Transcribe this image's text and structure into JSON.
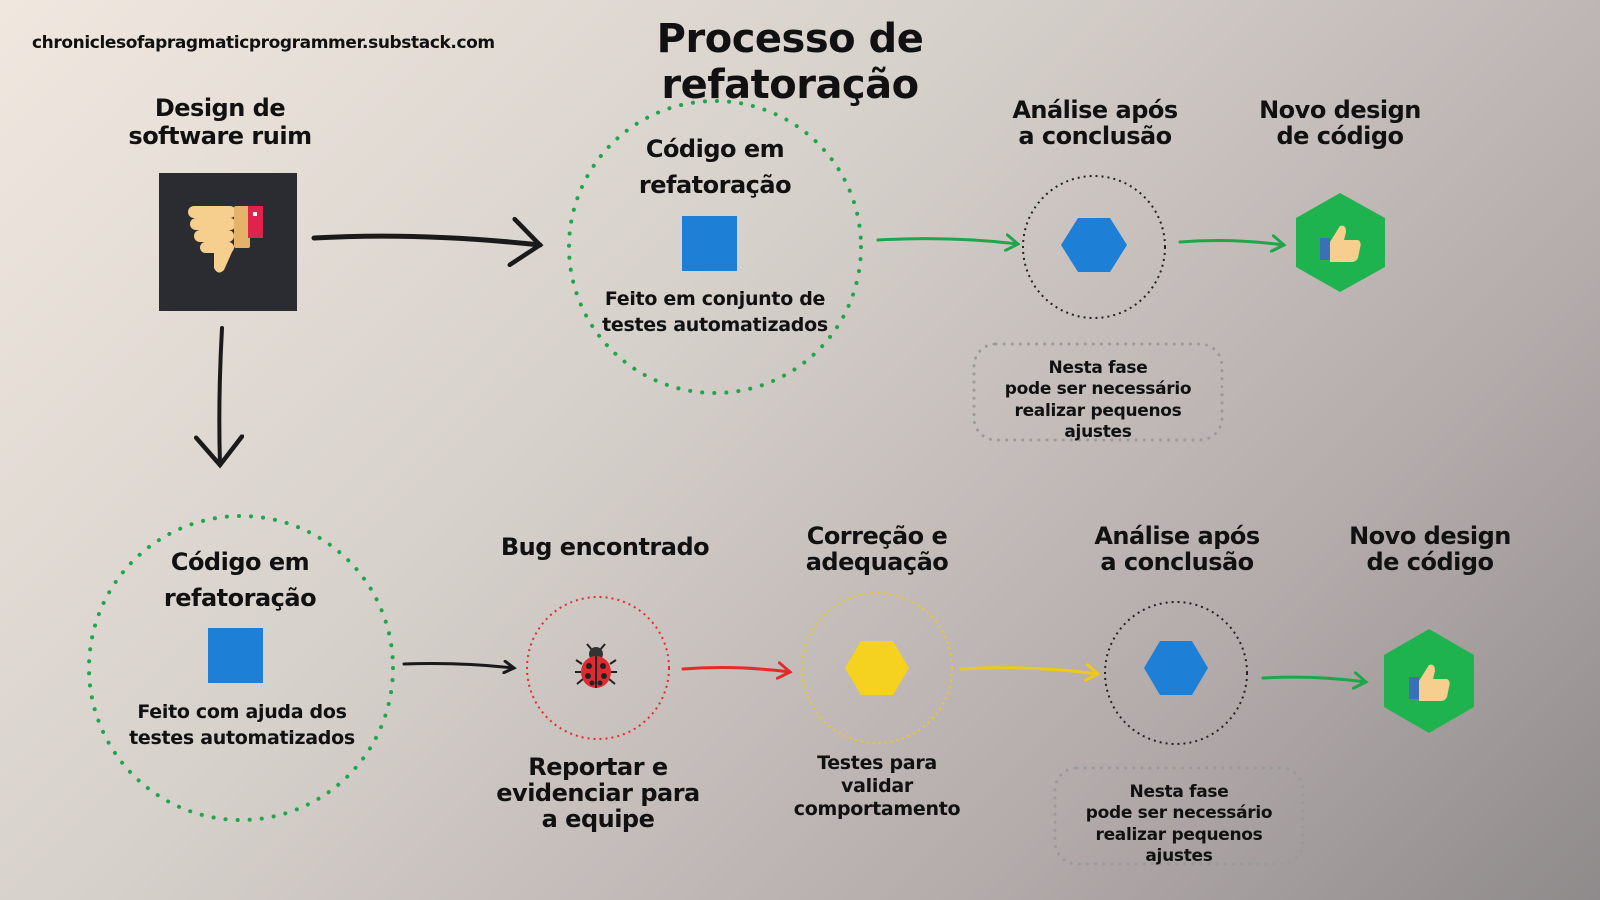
{
  "site": "chroniclesofapragmaticprogrammer.substack.com",
  "title": "Processo de refatoração",
  "top": {
    "bad_design": "Design de\nsoftware ruim",
    "refactoring": "Código em\nrefatoração",
    "refactoring_note": "Feito em conjunto de\ntestes automatizados",
    "analysis": "Análise após\na conclusão",
    "new_design": "Novo design\nde código",
    "phase_note": "Nesta fase\npode ser necessário\nrealizar pequenos ajustes"
  },
  "bottom": {
    "refactoring": "Código em\nrefatoração",
    "refactoring_note": "Feito com ajuda dos\ntestes automatizados",
    "bug_found": "Bug encontrado",
    "bug_report": "Reportar e\nevidenciar para\na equipe",
    "correction": "Correção e\nadequação",
    "correction_note": "Testes para\nvalidar\ncomportamento",
    "analysis": "Análise após\na conclusão",
    "new_design": "Novo design\nde código",
    "phase_note": "Nesta fase\npode ser necessário\nrealizar pequenos ajustes"
  },
  "icons": {
    "bad": "thumbs-down-icon",
    "good": "thumbs-up-icon",
    "bug": "ladybug-icon",
    "code": "blue-square-icon",
    "analysis": "blue-hexagon-icon",
    "correction": "yellow-hexagon-icon"
  },
  "colors": {
    "green": "#1fa64a",
    "blue": "#1e7fd6",
    "yellow": "#f5d21f",
    "red": "#e32b2b",
    "dark": "#2a2c31",
    "hex_green": "#1fb34f"
  }
}
